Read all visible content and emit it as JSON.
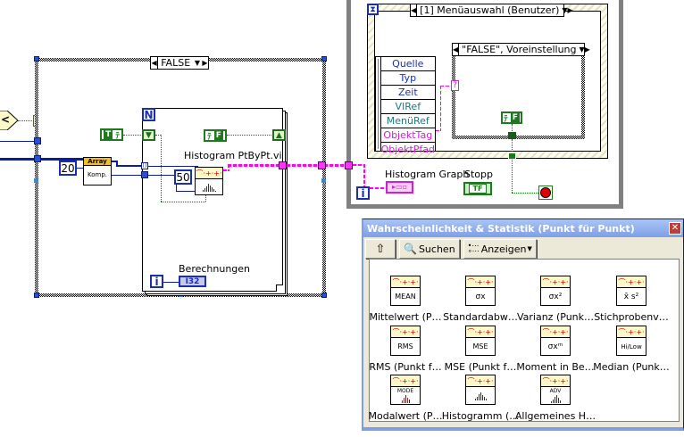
{
  "case_structure_outer": {
    "selector_label": "FALSE"
  },
  "for_loop": {
    "count_terminal": "N",
    "iteration_terminal": "i",
    "bool_true_constant": "T",
    "bool_false_constant": "F",
    "vi_label": "Histogram PtByPt.vi",
    "const_sample_length": "50",
    "indicator_label": "Berechnungen",
    "indicator_type": "I32"
  },
  "inputs_left": {
    "compare_symbol": "<",
    "case_selector_terminal": "?",
    "const_20": "20",
    "array_node_header": "Array",
    "array_node_label": "Komp."
  },
  "event_structure": {
    "timeout_icon": "hourglass-icon",
    "selector_label": "[1] Menüauswahl (Benutzer)",
    "event_data_fields": [
      "Quelle",
      "Typ",
      "Zeit",
      "VIRef",
      "MenüRef",
      "ObjektTag",
      "ObjektPfad"
    ],
    "inner_case_label": "\"FALSE\", Voreinstellung",
    "inner_case_terminal": "?",
    "bool_constant": "F"
  },
  "while_loop": {
    "iteration_terminal": "i",
    "graph_label": "Histogram Graph",
    "stop_label": "Stopp",
    "stop_indicator": "TF"
  },
  "palette": {
    "title": "Wahrscheinlichkeit & Statistik (Punkt für Punkt)",
    "toolbar": {
      "up_label": "⇧",
      "search_label": "Suchen",
      "view_label": "Anzeigen"
    },
    "items": [
      {
        "label": "Mittelwert (P…",
        "glyph": "MEAN"
      },
      {
        "label": "Standardabw…",
        "glyph": "σx"
      },
      {
        "label": "Varianz (Punk…",
        "glyph": "σx²"
      },
      {
        "label": "Stichprobenv…",
        "glyph": "x̄ s²"
      },
      {
        "label": "RMS (Punkt f…",
        "glyph": "RMS"
      },
      {
        "label": "MSE (Punkt f…",
        "glyph": "MSE"
      },
      {
        "label": "Moment in Be…",
        "glyph": "σxᵐ"
      },
      {
        "label": "Median (Punk…",
        "glyph": "Hi/Low"
      },
      {
        "label": "Modalwert (P…",
        "glyph": "MODE"
      },
      {
        "label": "Histogramm (…",
        "glyph": "histogram"
      },
      {
        "label": "Allgemeines H…",
        "glyph": "ADV"
      }
    ]
  }
}
